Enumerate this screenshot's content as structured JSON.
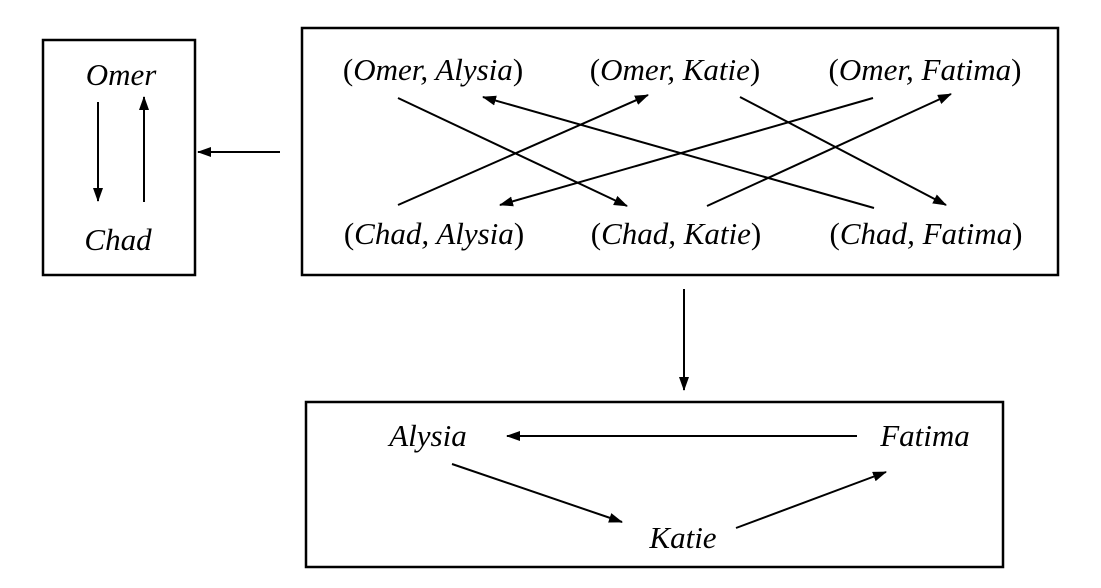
{
  "diagram": {
    "left_box": {
      "top_label": "Omer",
      "bottom_label": "Chad"
    },
    "pairs_box": {
      "top_row": [
        {
          "first": "Omer",
          "second": "Alysia"
        },
        {
          "first": "Omer",
          "second": "Katie"
        },
        {
          "first": "Omer",
          "second": "Fatima"
        }
      ],
      "bottom_row": [
        {
          "first": "Chad",
          "second": "Alysia"
        },
        {
          "first": "Chad",
          "second": "Katie"
        },
        {
          "first": "Chad",
          "second": "Fatima"
        }
      ]
    },
    "bottom_box": {
      "left_label": "Alysia",
      "right_label": "Fatima",
      "center_label": "Katie"
    }
  }
}
